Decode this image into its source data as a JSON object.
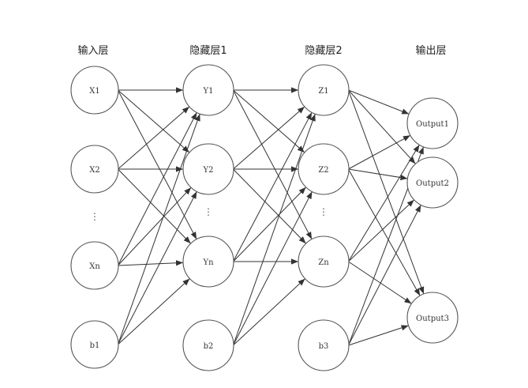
{
  "diagram": {
    "layers": [
      {
        "key": "input",
        "title": "输入层",
        "nodes": [
          "X1",
          "X2",
          "Xn",
          "b1"
        ]
      },
      {
        "key": "hidden1",
        "title": "隐藏层1",
        "nodes": [
          "Y1",
          "Y2",
          "Yn",
          "b2"
        ]
      },
      {
        "key": "hidden2",
        "title": "隐藏层2",
        "nodes": [
          "Z1",
          "Z2",
          "Zn",
          "b3"
        ]
      },
      {
        "key": "output",
        "title": "输出层",
        "nodes": [
          "Output1",
          "Output2",
          "Output3"
        ]
      }
    ],
    "ellipsis": "⋮",
    "connections": [
      {
        "from": "input",
        "to": "hidden1",
        "bias_source": "b1"
      },
      {
        "from": "hidden1",
        "to": "hidden2",
        "bias_source": "b2"
      },
      {
        "from": "hidden2",
        "to": "output",
        "bias_source": "b3"
      }
    ],
    "colors": {
      "stroke": "#333333",
      "node_border": "#555555"
    }
  }
}
